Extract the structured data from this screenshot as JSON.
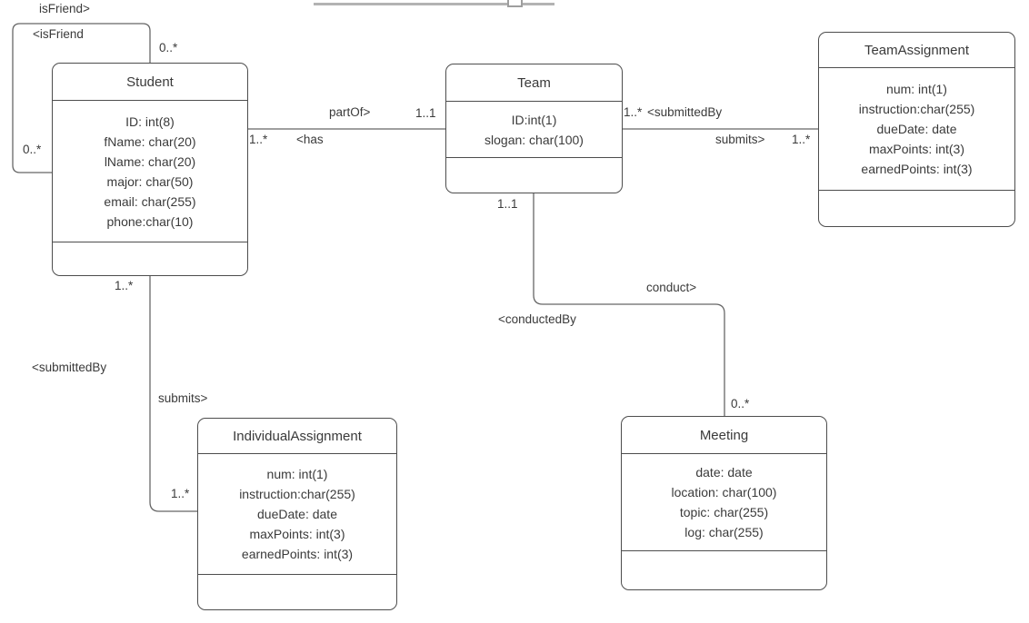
{
  "colors": {
    "background": "#ffffff",
    "box_fill": "#ffffff",
    "box_border": "#4d4d4d",
    "connector": "#666666",
    "text": "#3a3a3a",
    "selection_edge": "#b3b3b3"
  },
  "entities": {
    "student": {
      "title": "Student",
      "attributes": [
        "ID: int(8)",
        "fName: char(20)",
        "lName: char(20)",
        "major: char(50)",
        "email: char(255)",
        "phone:char(10)"
      ]
    },
    "team": {
      "title": "Team",
      "attributes": [
        "ID:int(1)",
        "slogan: char(100)"
      ]
    },
    "team_assignment": {
      "title": "TeamAssignment",
      "attributes": [
        "num: int(1)",
        "instruction:char(255)",
        "dueDate: date",
        "maxPoints: int(3)",
        "earnedPoints: int(3)"
      ]
    },
    "individual_assignment": {
      "title": "IndividualAssignment",
      "attributes": [
        "num: int(1)",
        "instruction:char(255)",
        "dueDate: date",
        "maxPoints: int(3)",
        "earnedPoints: int(3)"
      ]
    },
    "meeting": {
      "title": "Meeting",
      "attributes": [
        "date: date",
        "location: char(100)",
        "topic: char(255)",
        "log: char(255)"
      ]
    }
  },
  "relationships": {
    "is_friend": {
      "forward": "isFriend>",
      "reverse": "<isFriend",
      "mult_top": "0..*",
      "mult_left": "0..*"
    },
    "student_team": {
      "forward": "partOf>",
      "reverse": "<has",
      "mult_team": "1..1",
      "mult_student": "1..*"
    },
    "team_assignment_rel": {
      "mult_team": "1..*",
      "reverse": "<submittedBy",
      "forward": "submits>",
      "mult_assignment": "1..*"
    },
    "student_assignment_rel": {
      "mult_student": "1..*",
      "reverse": "<submittedBy",
      "forward": "submits>",
      "mult_assignment": "1..*"
    },
    "team_meeting": {
      "mult_team": "1..1",
      "forward": "conduct>",
      "reverse": "<conductedBy",
      "mult_meeting": "0..*"
    }
  }
}
